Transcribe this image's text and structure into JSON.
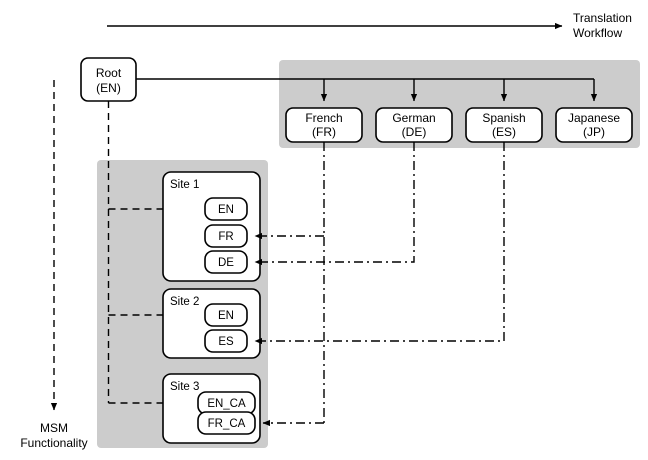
{
  "diagram": {
    "title_flow": {
      "line1": "Translation",
      "line2": "Workflow"
    },
    "msm": {
      "line1": "MSM",
      "line2": "Functionality"
    },
    "root": {
      "line1": "Root",
      "line2": "(EN)"
    },
    "languages": [
      {
        "name": "French",
        "code": "(FR)"
      },
      {
        "name": "German",
        "code": "(DE)"
      },
      {
        "name": "Spanish",
        "code": "(ES)"
      },
      {
        "name": "Japanese",
        "code": "(JP)"
      }
    ],
    "sites": [
      {
        "title": "Site 1",
        "locales": [
          "EN",
          "FR",
          "DE"
        ]
      },
      {
        "title": "Site 2",
        "locales": [
          "EN",
          "ES"
        ]
      },
      {
        "title": "Site 3",
        "locales": [
          "EN_CA",
          "FR_CA"
        ]
      }
    ],
    "colors": {
      "panel_gray": "#cccccc",
      "stroke": "#000000",
      "background": "#ffffff",
      "box_fill": "#ffffff"
    }
  }
}
